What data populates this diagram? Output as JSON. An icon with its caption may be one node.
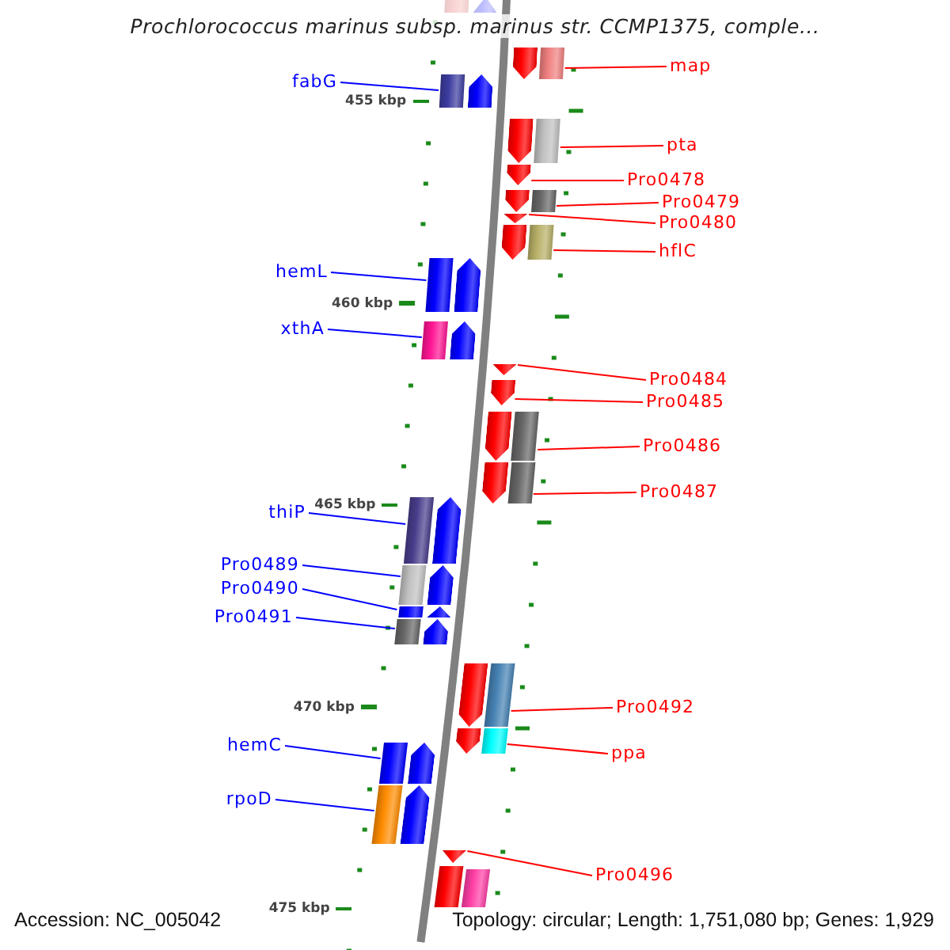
{
  "diagram": {
    "title": "Prochlorococcus marinus subsp. marinus str. CCMP1375, comple...",
    "nodes": [
      {
        "text": [
          "map"
        ]
      },
      {
        "text": [],
        "shape": "bar"
      },
      {
        "text": [
          "fabG"
        ]
      },
      {
        "text": [],
        "shape": "bar"
      },
      {
        "text": [
          "pta"
        ]
      },
      {
        "text": [],
        "shape": "bar"
      },
      {
        "text": [
          "Pro0478"
        ]
      },
      {
        "text": [],
        "shape": "bar"
      },
      {
        "text": [
          "Pro0479"
        ]
      },
      {
        "text": [],
        "shape": "bar"
      },
      {
        "text": [
          "Pro0480"
        ]
      },
      {
        "text": [],
        "shape": "bar"
      },
      {
        "text": [
          "hflC"
        ]
      },
      {
        "text": [],
        "shape": "bar"
      },
      {
        "text": [
          "hemL"
        ]
      },
      {
        "text": [],
        "shape": "bar"
      },
      {
        "text": [
          "xthA"
        ]
      },
      {
        "text": [],
        "shape": "bar"
      },
      {
        "text": [
          "Pro0484"
        ]
      },
      {
        "text": [],
        "shape": "bar"
      },
      {
        "text": [
          "Pro0485"
        ]
      },
      {
        "text": [],
        "shape": "bar"
      },
      {
        "text": [
          "Pro0486"
        ]
      },
      {
        "text": [],
        "shape": "bar"
      },
      {
        "text": [
          "Pro0487"
        ]
      },
      {
        "text": [],
        "shape": "bar"
      },
      {
        "text": [
          "thiP"
        ]
      },
      {
        "text": [],
        "shape": "bar"
      },
      {
        "text": [
          "Pro0489"
        ]
      },
      {
        "text": [],
        "shape": "bar"
      },
      {
        "text": [
          "Pro0490"
        ]
      },
      {
        "text": [],
        "shape": "bar"
      },
      {
        "text": [
          "Pro0491"
        ]
      },
      {
        "text": [],
        "shape": "bar"
      },
      {
        "text": [
          "Pro0492"
        ]
      },
      {
        "text": [],
        "shape": "bar"
      },
      {
        "text": [
          "hemC"
        ]
      },
      {
        "text": [],
        "shape": "bar"
      },
      {
        "text": [
          "ppa"
        ]
      },
      {
        "text": [],
        "shape": "bar"
      },
      {
        "text": [
          "rpoD"
        ]
      },
      {
        "text": [],
        "shape": "bar"
      },
      {
        "text": [
          "Pro0496"
        ]
      },
      {
        "text": [],
        "shape": "bar"
      },
      {
        "text": [],
        "shape": "bar"
      },
      {
        "text": [],
        "shape": "bar"
      },
      {
        "text": [],
        "shape": "bar"
      },
      {
        "text": [],
        "shape": "bar"
      },
      {
        "text": [],
        "shape": "bar"
      },
      {
        "text": [],
        "shape": "bar"
      },
      {
        "text": [],
        "shape": "bar"
      },
      {
        "text": [],
        "shape": "bar"
      },
      {
        "text": [],
        "shape": "bar"
      },
      {
        "text": [],
        "shape": "bar"
      },
      {
        "text": [],
        "shape": "bar"
      },
      {
        "text": [],
        "shape": "bar"
      },
      {
        "text": [],
        "shape": "bar"
      },
      {
        "text": [],
        "shape": "bar"
      },
      {
        "text": [],
        "shape": "bar"
      },
      {
        "text": [],
        "shape": "bar"
      },
      {
        "text": [],
        "shape": "bar"
      },
      {
        "text": [],
        "shape": "bar"
      },
      {
        "text": [],
        "shape": "bar"
      },
      {
        "text": [],
        "shape": "bar"
      },
      {
        "text": [],
        "shape": "bar"
      }
    ],
    "edges": [
      {
        "from": 0,
        "to": 1,
        "arrow": "none"
      },
      {
        "from": 2,
        "to": 3,
        "arrow": "none",
        "color": "#0000ff"
      },
      {
        "from": 4,
        "to": 5,
        "arrow": "none"
      },
      {
        "from": 6,
        "to": 7,
        "arrow": "none"
      },
      {
        "from": 8,
        "to": 9,
        "arrow": "none"
      },
      {
        "from": 10,
        "to": 11,
        "arrow": "none"
      },
      {
        "from": 12,
        "to": 13,
        "arrow": "none"
      },
      {
        "from": 14,
        "to": 15,
        "arrow": "none",
        "color": "#0000ff"
      },
      {
        "from": 16,
        "to": 17,
        "arrow": "none",
        "color": "#0000ff"
      },
      {
        "from": 18,
        "to": 19,
        "arrow": "none"
      },
      {
        "from": 20,
        "to": 21,
        "arrow": "none"
      },
      {
        "from": 22,
        "to": 23,
        "arrow": "none"
      },
      {
        "from": 24,
        "to": 25,
        "arrow": "none"
      },
      {
        "from": 26,
        "to": 27,
        "arrow": "none",
        "color": "#0000ff"
      },
      {
        "from": 28,
        "to": 29,
        "arrow": "none",
        "color": "#0000ff"
      },
      {
        "from": 30,
        "to": 31,
        "arrow": "none",
        "color": "#0000ff"
      },
      {
        "from": 32,
        "to": 33,
        "arrow": "none",
        "color": "#0000ff"
      },
      {
        "from": 34,
        "to": 35,
        "arrow": "none"
      },
      {
        "from": 36,
        "to": 37,
        "arrow": "none",
        "color": "#0000ff"
      },
      {
        "from": 38,
        "to": 39,
        "arrow": "none"
      },
      {
        "from": 40,
        "to": 41,
        "arrow": "none",
        "color": "#0000ff"
      },
      {
        "from": 42,
        "to": 43,
        "arrow": "none"
      }
    ],
    "labels": [
      "455 kbp",
      "460 kbp",
      "465 kbp",
      "470 kbp",
      "475 kbp",
      "Accession: NC_005042",
      "Topology: circular; Length: 1,751,080 bp; Genes: 1,929"
    ]
  }
}
